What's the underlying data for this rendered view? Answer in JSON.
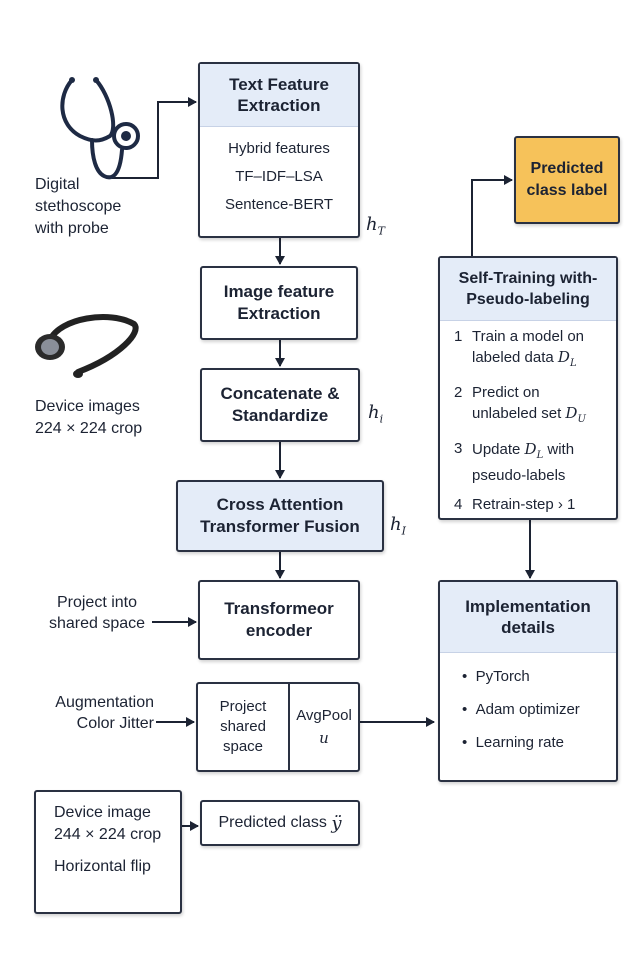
{
  "text_feature": {
    "title": "Text Feature Extraction",
    "lines": [
      "Hybrid features",
      "TF–IDF–LSA",
      "Sentence-BERT"
    ],
    "var": "h",
    "var_sub": "T"
  },
  "stethoscope_label": [
    "Digital",
    "stethoscope",
    "with probe"
  ],
  "device_images_label": [
    "Device images",
    "224 × 224 crop"
  ],
  "image_feature": {
    "title": "Image feature Extraction"
  },
  "concat": {
    "title": "Concatenate & Standardize",
    "var": "h",
    "var_sub": "i"
  },
  "cross_attention": {
    "title": "Cross Attention Transformer Fusion",
    "var": "h",
    "var_sub": "I"
  },
  "project_label": [
    "Project into",
    "shared space"
  ],
  "transformer": {
    "title": "Transformeor encoder"
  },
  "augmentation_label": [
    "Augmentation",
    "Color Jitter"
  ],
  "project_cell": [
    "Project",
    "shared",
    "space"
  ],
  "avgpool_cell": {
    "label": "AvgPool",
    "var": "u"
  },
  "device_image_box": [
    "Device image",
    "244 × 224 crop",
    "Horizontal flip"
  ],
  "predicted_class": {
    "label": "Predicted class",
    "var": "ÿ"
  },
  "predicted_label": {
    "title": "Predicted class label"
  },
  "self_training": {
    "title": "Self-Training with-Pseudo-labeling",
    "steps": [
      {
        "num": "1",
        "line1": "Train a model on",
        "line2": "labeled data",
        "var": "D",
        "sub": "L"
      },
      {
        "num": "2",
        "line1": "Predict on",
        "line2": "unlabeled set",
        "var": "D",
        "sub": "U"
      },
      {
        "num": "3",
        "line1": "Update",
        "var": "D",
        "sub": "L",
        "line1b": "with",
        "line2": "pseudo-labels"
      },
      {
        "num": "4",
        "line1": "Retrain-step › 1"
      }
    ]
  },
  "implementation": {
    "title": "Implementation details",
    "items": [
      "PyTorch",
      "Adam optimizer",
      "Learning rate"
    ]
  },
  "colors": {
    "accent_header": "#e4ecf8",
    "highlight": "#f6c25a",
    "stroke": "#2a3142"
  }
}
